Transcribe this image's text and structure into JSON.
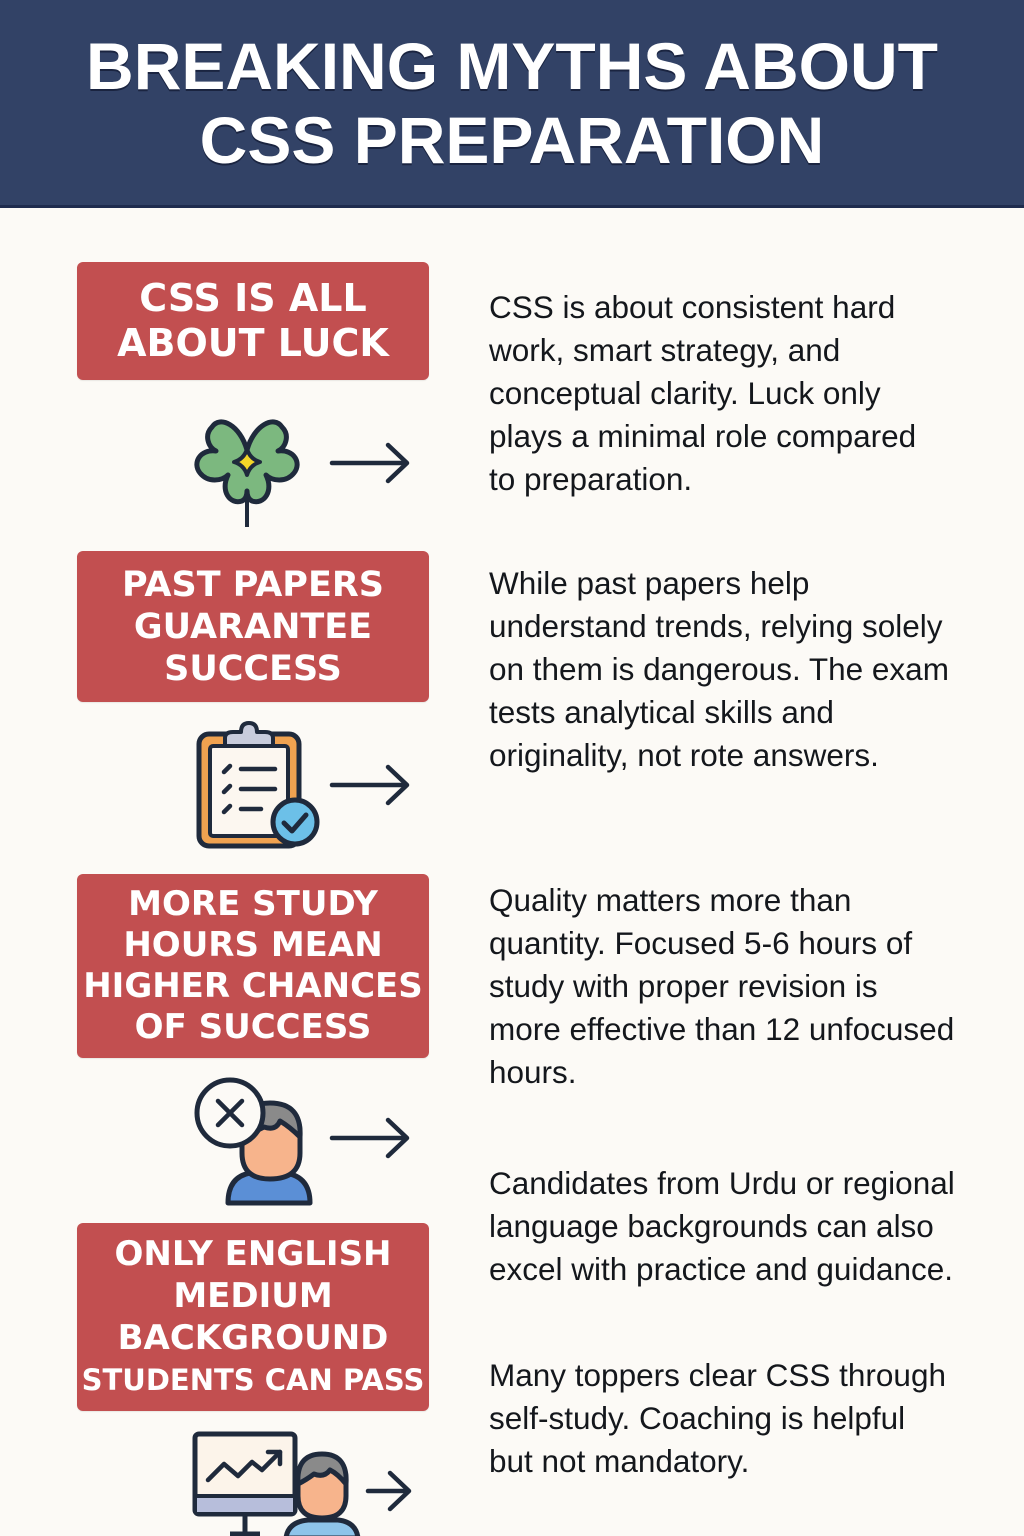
{
  "header": {
    "title_lines": [
      "BREAKING MYTHS ABOUT",
      "CSS PREPARATION"
    ],
    "background": "#324266"
  },
  "colors": {
    "myth_box": "#c24f50",
    "page_background": "#fcfaf6",
    "text": "#14171c",
    "icon_outline": "#1f2a3c"
  },
  "myths": [
    {
      "label_lines": [
        "CSS IS ALL",
        "ABOUT LUCK"
      ],
      "icon": "four-leaf-clover-icon",
      "fact_lines": [
        "CSS is about consistent hard",
        "work, smart strategy, and",
        "conceptual clarity. Luck only",
        "plays a minimal role compared",
        "to preparation."
      ]
    },
    {
      "label_lines": [
        "PAST PAPERS",
        "GUARANTEE",
        "SUCCESS"
      ],
      "icon": "clipboard-check-icon",
      "fact_lines": [
        "While past papers help",
        "understand trends, relying solely",
        "on them is dangerous. The exam",
        "tests analytical skills and",
        "originality, not rote answers."
      ]
    },
    {
      "label_lines": [
        "MORE STUDY",
        "HOURS MEAN",
        "HIGHER CHANCES",
        "OF SUCCESS"
      ],
      "icon": "person-cross-icon",
      "fact_lines": [
        "Quality matters more than",
        "quantity. Focused 5-6 hours of",
        "study with proper revision is",
        "more effective than 12 unfocused",
        "hours."
      ]
    },
    {
      "label_lines": [
        "ONLY ENGLISH",
        "MEDIUM",
        "BACKGROUND",
        "STUDENTS CAN PASS"
      ],
      "icon": "person-monitor-chart-icon",
      "fact_lines": [
        "Candidates from Urdu or regional",
        "language backgrounds can also",
        "excel with practice and guidance."
      ]
    }
  ],
  "extra_fact": {
    "fact_lines": [
      "Many toppers clear CSS through",
      "self-study. Coaching is helpful",
      "but not mandatory."
    ]
  }
}
